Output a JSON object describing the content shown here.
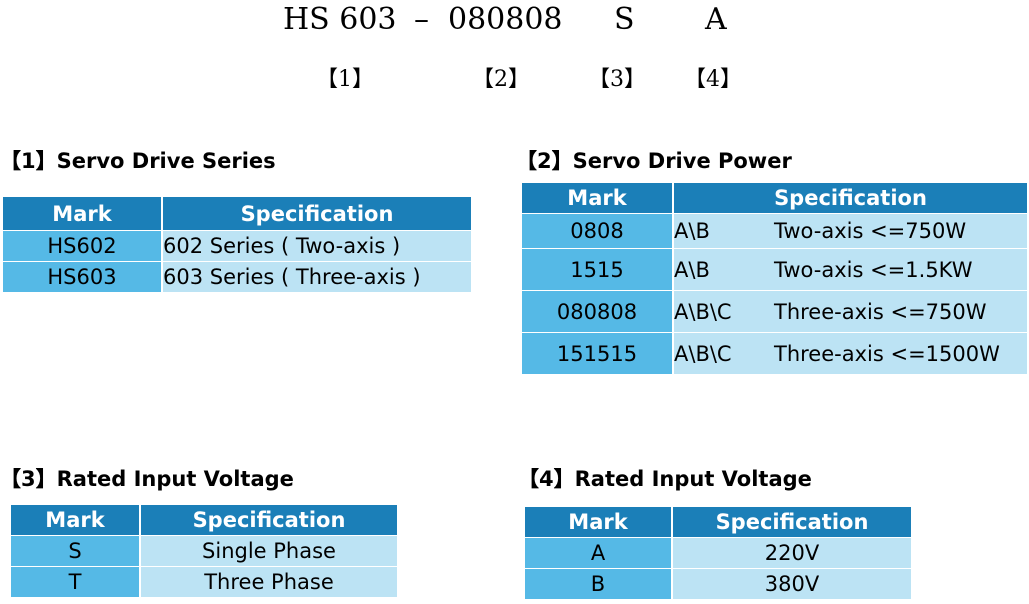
{
  "model_code": {
    "series": "HS 603",
    "dash": "–",
    "power": "080808",
    "phase": "S",
    "voltage": "A",
    "idx1": "【1】",
    "idx2": "【2】",
    "idx3": "【3】",
    "idx4": "【4】"
  },
  "sections": {
    "s1": {
      "title": "【1】Servo Drive Series",
      "headers": [
        "Mark",
        "Specification"
      ],
      "rows": [
        [
          "HS602",
          "602 Series ( Two-axis )"
        ],
        [
          "HS603",
          "603 Series ( Three-axis )"
        ]
      ]
    },
    "s2": {
      "title": "【2】Servo Drive Power",
      "headers": [
        "Mark",
        "Specification"
      ],
      "rows": [
        [
          "0808",
          "A\\B",
          "Two-axis <=750W"
        ],
        [
          "1515",
          "A\\B",
          "Two-axis <=1.5KW"
        ],
        [
          "080808",
          "A\\B\\C",
          "Three-axis <=750W"
        ],
        [
          "151515",
          "A\\B\\C",
          "Three-axis <=1500W"
        ]
      ]
    },
    "s3": {
      "title": "【3】Rated Input Voltage",
      "headers": [
        "Mark",
        "Specification"
      ],
      "rows": [
        [
          "S",
          "Single Phase"
        ],
        [
          "T",
          "Three Phase"
        ]
      ]
    },
    "s4": {
      "title": "【4】Rated Input Voltage",
      "headers": [
        "Mark",
        "Specification"
      ],
      "rows": [
        [
          "A",
          "220V"
        ],
        [
          "B",
          "380V"
        ]
      ]
    }
  },
  "colors": {
    "header_bg": "#1b7fb8",
    "mark_bg": "#55b9e6",
    "spec_bg": "#bce3f4"
  }
}
